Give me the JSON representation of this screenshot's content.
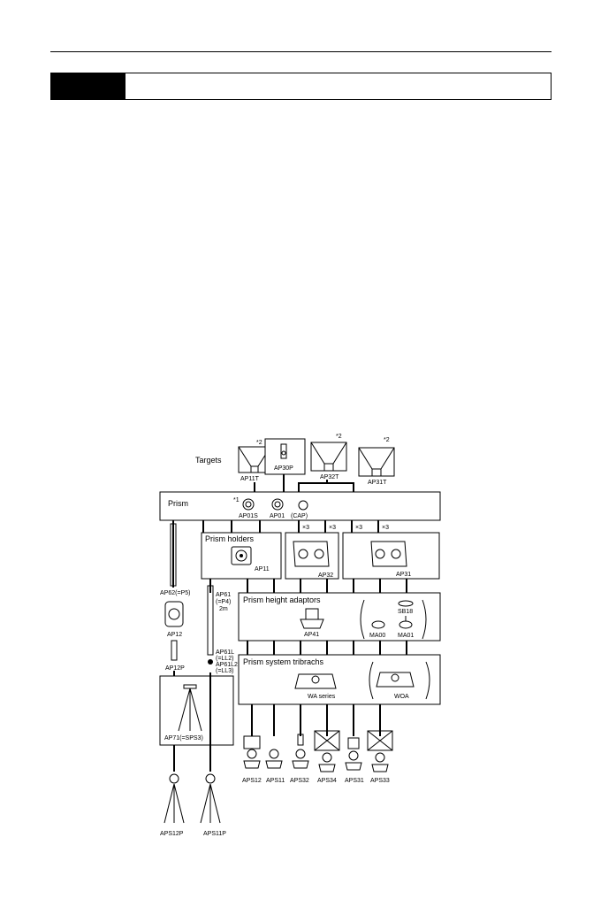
{
  "header": {
    "title": ""
  },
  "diagram": {
    "targets_label": "Targets",
    "prism_label": "Prism",
    "prism_holders_label": "Prism holders",
    "prism_height_adaptors_label": "Prism height adaptors",
    "prism_system_tribrachs_label": "Prism system tribrachs",
    "items": {
      "ap11t": "AP11T",
      "ap30p": "AP30P",
      "ap32t": "AP32T",
      "ap31t": "AP31T",
      "ap01s": "AP01S",
      "ap01": "AP01",
      "cap": "(CAP)",
      "ap11": "AP11",
      "ap32": "AP32",
      "ap31": "AP31",
      "ap41": "AP41",
      "sb18": "SB18",
      "ma00": "MA00",
      "ma01": "MA01",
      "wa_series": "WA series",
      "woa": "WOA",
      "ap62": "AP62(=P5)",
      "ap12": "AP12",
      "ap12p": "AP12P",
      "ap61": "AP61",
      "ap61_eq": "(=P4)",
      "ap61_len": "2m",
      "ap61l": "AP61L",
      "ap61l_eq": "(=LL2)",
      "ap61l2": "AP61L2",
      "ap61l2_eq": "(=LL3)",
      "ap71": "AP71(=SPS3)",
      "aps12p": "APS12P",
      "aps11p": "APS11P",
      "aps12": "APS12",
      "aps11": "APS11",
      "aps32": "APS32",
      "aps34": "APS34",
      "aps31": "APS31",
      "aps33": "APS33"
    },
    "notes": {
      "n1": "*1",
      "n2": "*2",
      "x3": "×3"
    }
  }
}
